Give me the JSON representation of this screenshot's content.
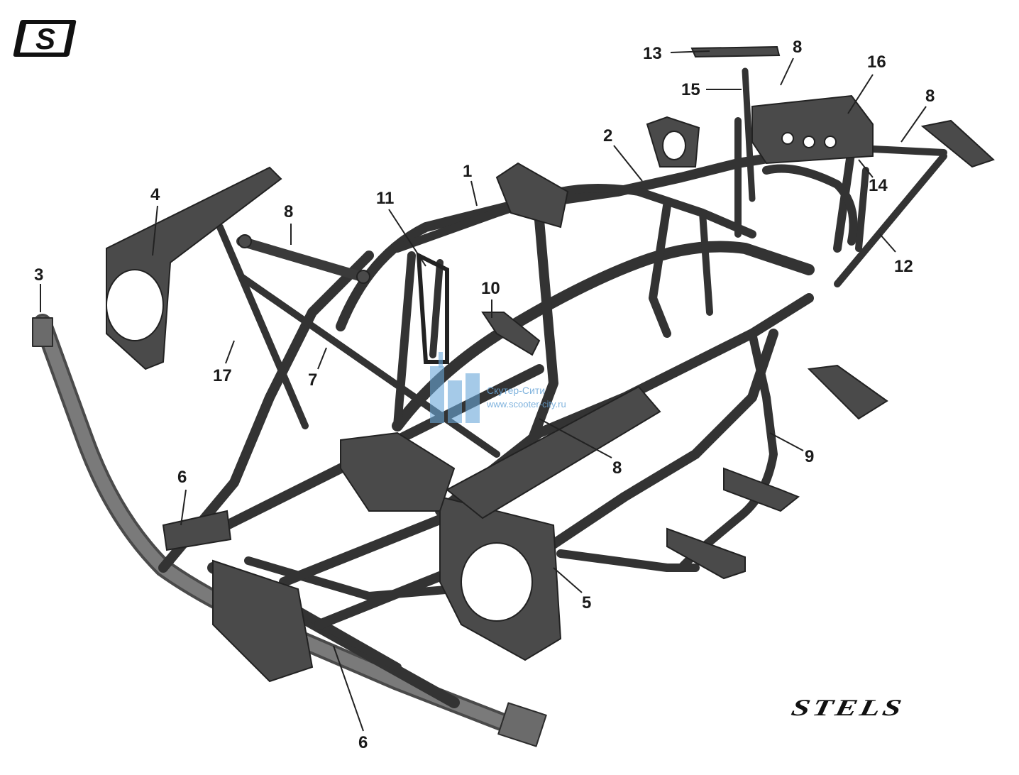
{
  "brand": {
    "wordmark": "STELS",
    "logo_letter": "S"
  },
  "watermark": {
    "line1": "Скутер-Сити",
    "line2": "www.scooter-city.ru"
  },
  "callouts": [
    {
      "id": "c1",
      "label": "1"
    },
    {
      "id": "c2",
      "label": "2"
    },
    {
      "id": "c3",
      "label": "3"
    },
    {
      "id": "c4",
      "label": "4"
    },
    {
      "id": "c5",
      "label": "5"
    },
    {
      "id": "c6a",
      "label": "6"
    },
    {
      "id": "c6b",
      "label": "6"
    },
    {
      "id": "c7",
      "label": "7"
    },
    {
      "id": "c8a",
      "label": "8"
    },
    {
      "id": "c8b",
      "label": "8"
    },
    {
      "id": "c8c",
      "label": "8"
    },
    {
      "id": "c8d",
      "label": "8"
    },
    {
      "id": "c9",
      "label": "9"
    },
    {
      "id": "c10",
      "label": "10"
    },
    {
      "id": "c11",
      "label": "11"
    },
    {
      "id": "c12",
      "label": "12"
    },
    {
      "id": "c13",
      "label": "13"
    },
    {
      "id": "c14",
      "label": "14"
    },
    {
      "id": "c15",
      "label": "15"
    },
    {
      "id": "c16",
      "label": "16"
    },
    {
      "id": "c17",
      "label": "17"
    }
  ],
  "colors": {
    "tube_dark": "#3a3a3a",
    "tube_light": "#8a8a8a",
    "plate": "#4a4a4a",
    "leader": "#222222",
    "watermark": "#6aa6d8"
  }
}
